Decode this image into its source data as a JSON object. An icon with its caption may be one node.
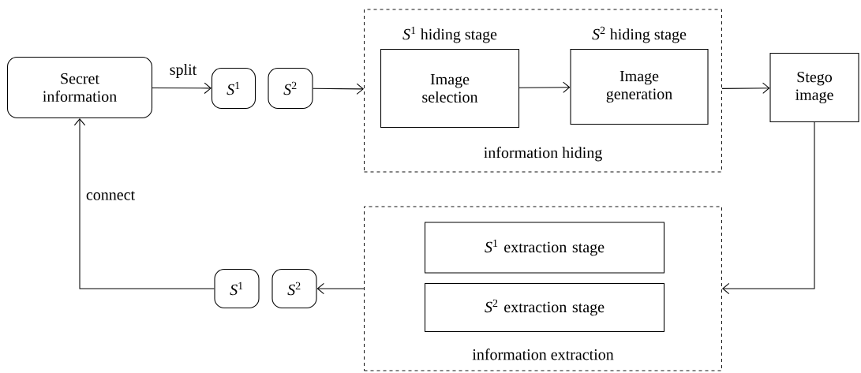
{
  "diagram": {
    "nodes": [
      {
        "text": [
          "Secret information"
        ]
      },
      {
        "text": [
          "*S*$^{1}$"
        ]
      },
      {
        "text": [
          "*S*$^{2}$"
        ]
      },
      {
        "text": [
          "information hiding"
        ]
      },
      {
        "text": [
          "*S*$^{1}$ hiding stage",
          "Image selection"
        ],
        "in": 3
      },
      {
        "text": [
          "*S*$^{2}$ hiding stage",
          "Image generation"
        ],
        "in": 3
      },
      {
        "text": [
          "Stego image"
        ]
      },
      {
        "text": [
          "information extraction"
        ]
      },
      {
        "text": [
          "*S*$^{1}$ extraction stage"
        ],
        "in": 7
      },
      {
        "text": [
          "*S*$^{2}$ extraction stage"
        ],
        "in": 7
      },
      {
        "text": [
          "*S*$^{1}$"
        ]
      },
      {
        "text": [
          "*S*$^{2}$"
        ]
      }
    ],
    "edges": [
      {
        "from": 0,
        "to": 1,
        "arrow": "to",
        "label": "split"
      },
      {
        "from": 2,
        "to": 3,
        "arrow": "to"
      },
      {
        "from": 4,
        "to": 5,
        "arrow": "to"
      },
      {
        "from": 3,
        "to": 6,
        "arrow": "to"
      },
      {
        "from": 6,
        "to": 7,
        "arrow": "to"
      },
      {
        "from": 7,
        "to": 11,
        "arrow": "to"
      },
      {
        "from": 10,
        "to": 0,
        "arrow": "to",
        "label": "connect"
      }
    ]
  }
}
